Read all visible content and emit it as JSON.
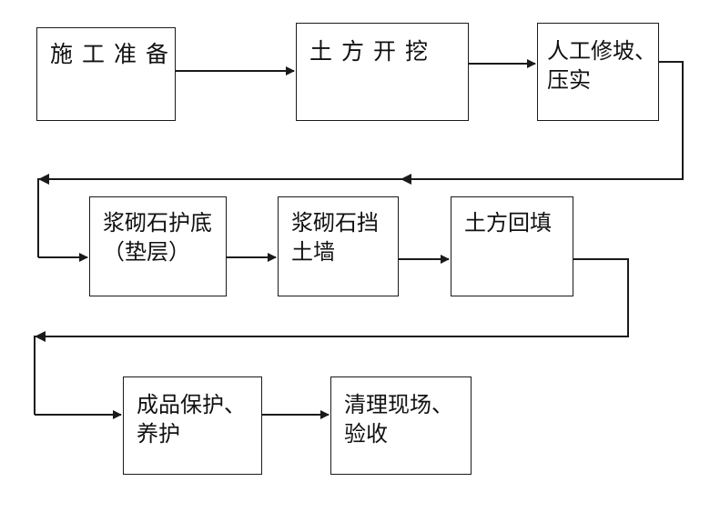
{
  "steps": [
    {
      "id": "s1",
      "lines": [
        "施工准备"
      ]
    },
    {
      "id": "s2",
      "lines": [
        "土方开挖"
      ]
    },
    {
      "id": "s3",
      "lines": [
        "人工修坡、",
        "压实"
      ]
    },
    {
      "id": "s4",
      "lines": [
        "浆砌石护底",
        "（垫层）"
      ]
    },
    {
      "id": "s5",
      "lines": [
        "浆砌石挡",
        "土墙"
      ]
    },
    {
      "id": "s6",
      "lines": [
        "土方回填"
      ]
    },
    {
      "id": "s7",
      "lines": [
        "成品保护、",
        "养护"
      ]
    },
    {
      "id": "s8",
      "lines": [
        "清理现场、",
        "验收"
      ]
    }
  ],
  "colors": {
    "line": "#1a1a1a",
    "box_border": "#1a1a1a",
    "text": "#111111",
    "background": "#ffffff"
  }
}
